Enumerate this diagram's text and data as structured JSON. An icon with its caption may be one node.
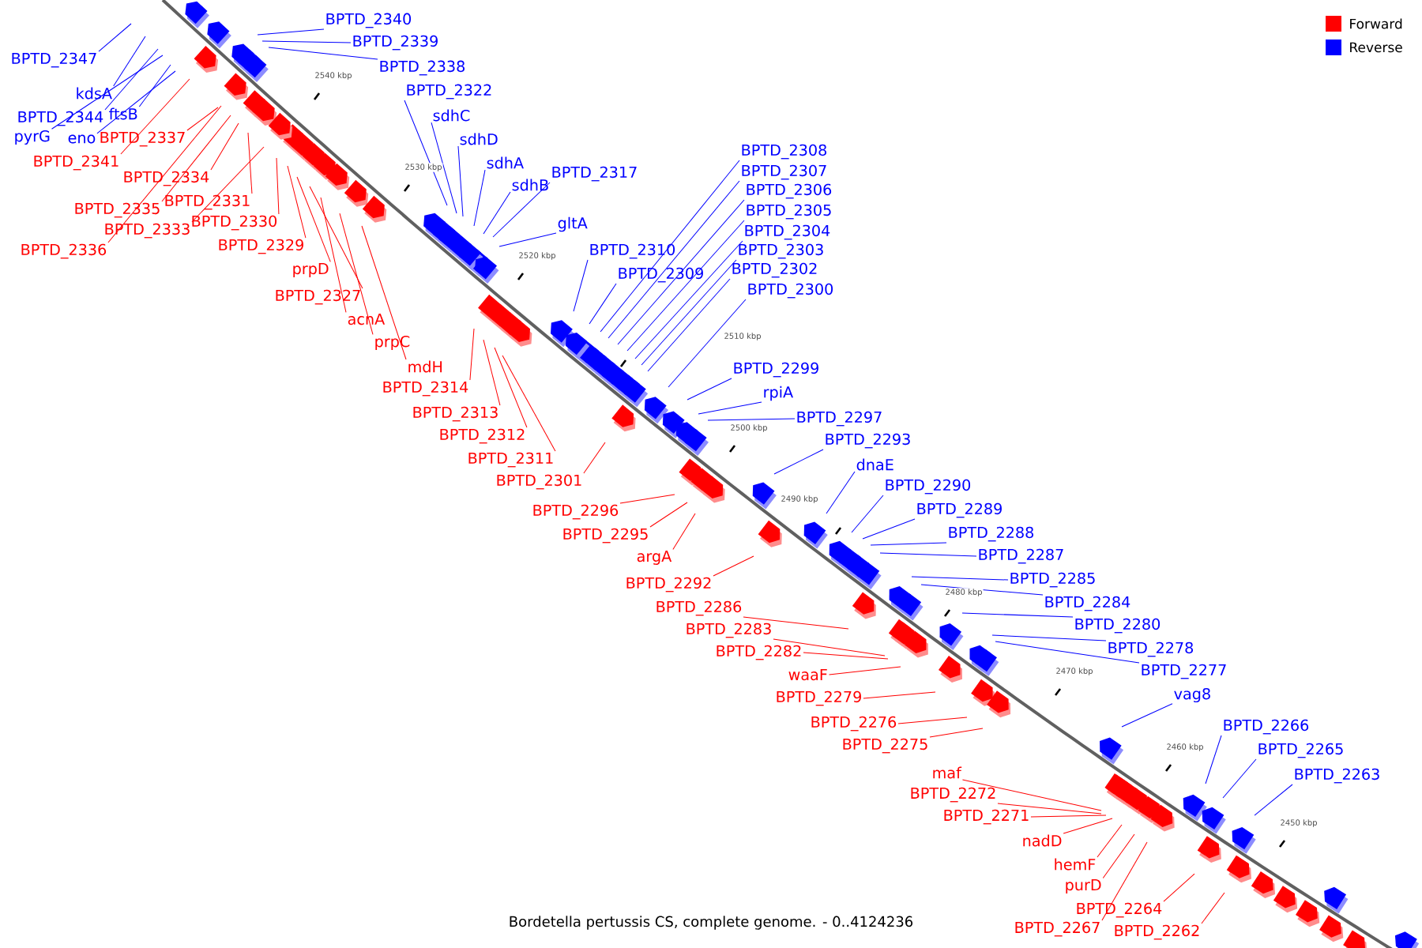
{
  "diagram": {
    "caption": "Bordetella pertussis CS, complete genome. - 0..4124236",
    "nodes": [
      {
        "text": [
          "BPTD_2340"
        ]
      },
      {
        "text": [
          "BPTD_2339"
        ]
      },
      {
        "text": [
          "BPTD_2347"
        ]
      },
      {
        "text": [
          "BPTD_2338"
        ]
      },
      {
        "text": [
          "BPTD_2322"
        ]
      },
      {
        "text": [
          "kdsA"
        ]
      },
      {
        "text": [
          "ftsB"
        ]
      },
      {
        "text": [
          "sdhC"
        ]
      },
      {
        "text": [
          "BPTD_2344"
        ]
      },
      {
        "text": [
          "pyrG"
        ]
      },
      {
        "text": [
          "eno"
        ]
      },
      {
        "text": [
          "BPTD_2337"
        ]
      },
      {
        "text": [
          "sdhD"
        ]
      },
      {
        "text": [
          "BPTD_2308"
        ]
      },
      {
        "text": [
          "BPTD_2341"
        ]
      },
      {
        "text": [
          "sdhA"
        ]
      },
      {
        "text": [
          "BPTD_2307"
        ]
      },
      {
        "text": [
          "BPTD_2317"
        ]
      },
      {
        "text": [
          "BPTD_2334"
        ]
      },
      {
        "text": [
          "sdhB"
        ]
      },
      {
        "text": [
          "BPTD_2306"
        ]
      },
      {
        "text": [
          "BPTD_2331"
        ]
      },
      {
        "text": [
          "BPTD_2335"
        ]
      },
      {
        "text": [
          "BPTD_2305"
        ]
      },
      {
        "text": [
          "BPTD_2330"
        ]
      },
      {
        "text": [
          "gltA"
        ]
      },
      {
        "text": [
          "BPTD_2333"
        ]
      },
      {
        "text": [
          "BPTD_2304"
        ]
      },
      {
        "text": [
          "BPTD_2329"
        ]
      },
      {
        "text": [
          "BPTD_2310"
        ]
      },
      {
        "text": [
          "BPTD_2336"
        ]
      },
      {
        "text": [
          "BPTD_2303"
        ]
      },
      {
        "text": [
          "prpD"
        ]
      },
      {
        "text": [
          "BPTD_2302"
        ]
      },
      {
        "text": [
          "BPTD_2309"
        ]
      },
      {
        "text": [
          "BPTD_2300"
        ]
      },
      {
        "text": [
          "BPTD_2327"
        ]
      },
      {
        "text": [
          "acnA"
        ]
      },
      {
        "text": [
          "prpC"
        ]
      },
      {
        "text": [
          "mdH"
        ]
      },
      {
        "text": [
          "BPTD_2299"
        ]
      },
      {
        "text": [
          "BPTD_2314"
        ]
      },
      {
        "text": [
          "rpiA"
        ]
      },
      {
        "text": [
          "BPTD_2313"
        ]
      },
      {
        "text": [
          "BPTD_2297"
        ]
      },
      {
        "text": [
          "BPTD_2312"
        ]
      },
      {
        "text": [
          "BPTD_2293"
        ]
      },
      {
        "text": [
          "BPTD_2311"
        ]
      },
      {
        "text": [
          "dnaE"
        ]
      },
      {
        "text": [
          "BPTD_2301"
        ]
      },
      {
        "text": [
          "BPTD_2290"
        ]
      },
      {
        "text": [
          "BPTD_2289"
        ]
      },
      {
        "text": [
          "BPTD_2296"
        ]
      },
      {
        "text": [
          "BPTD_2288"
        ]
      },
      {
        "text": [
          "BPTD_2295"
        ]
      },
      {
        "text": [
          "BPTD_2287"
        ]
      },
      {
        "text": [
          "argA"
        ]
      },
      {
        "text": [
          "BPTD_2285"
        ]
      },
      {
        "text": [
          "BPTD_2292"
        ]
      },
      {
        "text": [
          "BPTD_2284"
        ]
      },
      {
        "text": [
          "BPTD_2286"
        ]
      },
      {
        "text": [
          "BPTD_2280"
        ]
      },
      {
        "text": [
          "BPTD_2283"
        ]
      },
      {
        "text": [
          "BPTD_2278"
        ]
      },
      {
        "text": [
          "BPTD_2282"
        ]
      },
      {
        "text": [
          "BPTD_2277"
        ]
      },
      {
        "text": [
          "waaF"
        ]
      },
      {
        "text": [
          "vag8"
        ]
      },
      {
        "text": [
          "BPTD_2279"
        ]
      },
      {
        "text": [
          "BPTD_2276"
        ]
      },
      {
        "text": [
          "BPTD_2266"
        ]
      },
      {
        "text": [
          "BPTD_2275"
        ]
      },
      {
        "text": [
          "BPTD_2265"
        ]
      },
      {
        "text": [
          "maf"
        ]
      },
      {
        "text": [
          "BPTD_2263"
        ]
      },
      {
        "text": [
          "BPTD_2272"
        ]
      },
      {
        "text": [
          "BPTD_2271"
        ]
      },
      {
        "text": [
          "nadD"
        ]
      },
      {
        "text": [
          "hemF"
        ]
      },
      {
        "text": [
          "purD"
        ]
      },
      {
        "text": [
          "BPTD_2264"
        ]
      },
      {
        "text": [
          "BPTD_2267"
        ]
      },
      {
        "text": [
          "BPTD_2262"
        ]
      }
    ],
    "edges": [
      {
        "from": 0,
        "to": null,
        "arrow": "none"
      },
      {
        "from": 1,
        "to": null,
        "arrow": "none"
      },
      {
        "from": 2,
        "to": null,
        "arrow": "none"
      },
      {
        "from": 3,
        "to": null,
        "arrow": "none"
      },
      {
        "from": 4,
        "to": null,
        "arrow": "none"
      },
      {
        "from": 5,
        "to": null,
        "arrow": "none"
      },
      {
        "from": 6,
        "to": null,
        "arrow": "none"
      },
      {
        "from": 7,
        "to": null,
        "arrow": "none"
      },
      {
        "from": 8,
        "to": null,
        "arrow": "none"
      },
      {
        "from": 9,
        "to": null,
        "arrow": "none"
      },
      {
        "from": 10,
        "to": null,
        "arrow": "none"
      },
      {
        "from": 11,
        "to": null,
        "arrow": "none",
        "color": "#ff0000"
      },
      {
        "from": 12,
        "to": null,
        "arrow": "none"
      },
      {
        "from": 13,
        "to": null,
        "arrow": "none"
      },
      {
        "from": 14,
        "to": null,
        "arrow": "none",
        "color": "#ff0000"
      },
      {
        "from": 15,
        "to": null,
        "arrow": "none"
      },
      {
        "from": 16,
        "to": null,
        "arrow": "none"
      },
      {
        "from": 17,
        "to": null,
        "arrow": "none"
      },
      {
        "from": 18,
        "to": null,
        "arrow": "none",
        "color": "#ff0000"
      },
      {
        "from": 19,
        "to": null,
        "arrow": "none"
      },
      {
        "from": 20,
        "to": null,
        "arrow": "none"
      },
      {
        "from": 21,
        "to": null,
        "arrow": "none",
        "color": "#ff0000"
      },
      {
        "from": 22,
        "to": null,
        "arrow": "none",
        "color": "#ff0000"
      },
      {
        "from": 23,
        "to": null,
        "arrow": "none"
      },
      {
        "from": 24,
        "to": null,
        "arrow": "none",
        "color": "#ff0000"
      },
      {
        "from": 25,
        "to": null,
        "arrow": "none"
      },
      {
        "from": 26,
        "to": null,
        "arrow": "none",
        "color": "#ff0000"
      },
      {
        "from": 27,
        "to": null,
        "arrow": "none"
      },
      {
        "from": 28,
        "to": null,
        "arrow": "none",
        "color": "#ff0000"
      },
      {
        "from": 29,
        "to": null,
        "arrow": "none"
      },
      {
        "from": 30,
        "to": null,
        "arrow": "none",
        "color": "#ff0000"
      },
      {
        "from": 31,
        "to": null,
        "arrow": "none"
      },
      {
        "from": 32,
        "to": null,
        "arrow": "none",
        "color": "#ff0000"
      },
      {
        "from": 33,
        "to": null,
        "arrow": "none"
      },
      {
        "from": 34,
        "to": null,
        "arrow": "none"
      },
      {
        "from": 35,
        "to": null,
        "arrow": "none"
      },
      {
        "from": 36,
        "to": null,
        "arrow": "none",
        "color": "#ff0000"
      },
      {
        "from": 37,
        "to": null,
        "arrow": "none",
        "color": "#ff0000"
      },
      {
        "from": 38,
        "to": null,
        "arrow": "none",
        "color": "#ff0000"
      },
      {
        "from": 39,
        "to": null,
        "arrow": "none",
        "color": "#ff0000"
      },
      {
        "from": 40,
        "to": null,
        "arrow": "none"
      },
      {
        "from": 41,
        "to": null,
        "arrow": "none",
        "color": "#ff0000"
      },
      {
        "from": 42,
        "to": null,
        "arrow": "none"
      },
      {
        "from": 43,
        "to": null,
        "arrow": "none",
        "color": "#ff0000"
      },
      {
        "from": 44,
        "to": null,
        "arrow": "none"
      },
      {
        "from": 45,
        "to": null,
        "arrow": "none",
        "color": "#ff0000"
      },
      {
        "from": 46,
        "to": null,
        "arrow": "none"
      },
      {
        "from": 47,
        "to": null,
        "arrow": "none",
        "color": "#ff0000"
      },
      {
        "from": 48,
        "to": null,
        "arrow": "none"
      },
      {
        "from": 49,
        "to": null,
        "arrow": "none",
        "color": "#ff0000"
      },
      {
        "from": 50,
        "to": null,
        "arrow": "none"
      },
      {
        "from": 51,
        "to": null,
        "arrow": "none"
      },
      {
        "from": 52,
        "to": null,
        "arrow": "none",
        "color": "#ff0000"
      },
      {
        "from": 53,
        "to": null,
        "arrow": "none"
      },
      {
        "from": 54,
        "to": null,
        "arrow": "none",
        "color": "#ff0000"
      },
      {
        "from": 55,
        "to": null,
        "arrow": "none"
      },
      {
        "from": 56,
        "to": null,
        "arrow": "none",
        "color": "#ff0000"
      },
      {
        "from": 57,
        "to": null,
        "arrow": "none"
      },
      {
        "from": 58,
        "to": null,
        "arrow": "none",
        "color": "#ff0000"
      },
      {
        "from": 59,
        "to": null,
        "arrow": "none"
      },
      {
        "from": 60,
        "to": null,
        "arrow": "none",
        "color": "#ff0000"
      },
      {
        "from": 61,
        "to": null,
        "arrow": "none"
      },
      {
        "from": 62,
        "to": null,
        "arrow": "none",
        "color": "#ff0000"
      },
      {
        "from": 63,
        "to": null,
        "arrow": "none"
      },
      {
        "from": 64,
        "to": null,
        "arrow": "none",
        "color": "#ff0000"
      },
      {
        "from": 65,
        "to": null,
        "arrow": "none"
      },
      {
        "from": 66,
        "to": null,
        "arrow": "none",
        "color": "#ff0000"
      },
      {
        "from": 67,
        "to": null,
        "arrow": "none"
      },
      {
        "from": 68,
        "to": null,
        "arrow": "none",
        "color": "#ff0000"
      },
      {
        "from": 69,
        "to": null,
        "arrow": "none",
        "color": "#ff0000"
      },
      {
        "from": 70,
        "to": null,
        "arrow": "none"
      },
      {
        "from": 71,
        "to": null,
        "arrow": "none",
        "color": "#ff0000"
      },
      {
        "from": 72,
        "to": null,
        "arrow": "none"
      },
      {
        "from": 73,
        "to": null,
        "arrow": "none",
        "color": "#ff0000"
      },
      {
        "from": 74,
        "to": null,
        "arrow": "none"
      },
      {
        "from": 75,
        "to": null,
        "arrow": "none",
        "color": "#ff0000"
      },
      {
        "from": 76,
        "to": null,
        "arrow": "none",
        "color": "#ff0000"
      },
      {
        "from": 77,
        "to": null,
        "arrow": "none",
        "color": "#ff0000"
      },
      {
        "from": 78,
        "to": null,
        "arrow": "none",
        "color": "#ff0000"
      },
      {
        "from": 79,
        "to": null,
        "arrow": "none",
        "color": "#ff0000"
      },
      {
        "from": 80,
        "to": null,
        "arrow": "none",
        "color": "#ff0000"
      },
      {
        "from": 81,
        "to": null,
        "arrow": "none",
        "color": "#ff0000"
      },
      {
        "from": 82,
        "to": null,
        "arrow": "none",
        "color": "#ff0000"
      }
    ],
    "labels": [
      "2540 kbp",
      "2530 kbp",
      "2520 kbp",
      "2510 kbp",
      "2500 kbp",
      "2490 kbp",
      "2480 kbp",
      "2470 kbp",
      "2460 kbp",
      "2450 kbp"
    ],
    "legend": [
      {
        "text": "Forward",
        "color": "#ff0000"
      },
      {
        "text": "Reverse",
        "color": "#0000ff"
      }
    ]
  }
}
